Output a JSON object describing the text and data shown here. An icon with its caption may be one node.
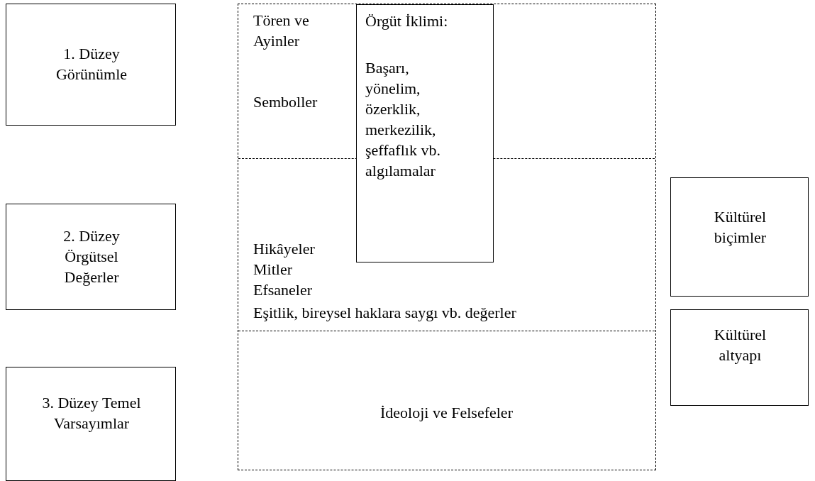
{
  "diagram": {
    "nodes": [
      {
        "text": [
          "1. Düzey Görünümle"
        ]
      },
      {
        "text": [],
        "shape": "box"
      },
      {
        "text": [
          "Tören ve Ayinler",
          "Semboller"
        ],
        "in": 1
      },
      {
        "text": [
          "Örgüt İklimi:",
          "Başarı, yönelim, özerklik, merkezilik, şeffaflık vb. algılamalar"
        ],
        "in": 1
      },
      {
        "text": [
          "Hikâyeler Mitler Efsaneler",
          "Eşitlik, bireysel haklara saygı vb. değerler"
        ],
        "in": 1
      },
      {
        "text": [
          "İdeoloji ve Felsefeler"
        ],
        "in": 1
      },
      {
        "text": [
          "2. Düzey Örgütsel Değerler"
        ]
      },
      {
        "text": [
          "Kültürel biçimler"
        ]
      },
      {
        "text": [
          "Kültürel altyapı"
        ]
      },
      {
        "text": [
          "3. Düzey Temel Varsayımlar"
        ]
      }
    ],
    "edges": []
  }
}
